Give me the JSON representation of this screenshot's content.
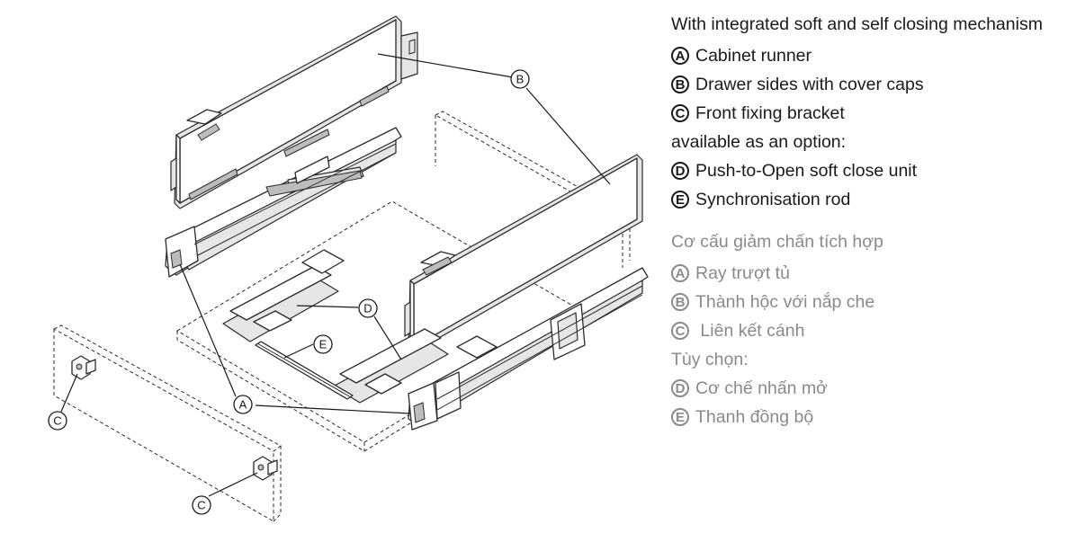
{
  "diagram": {
    "callouts": {
      "a": "A",
      "b": "B",
      "c": "C",
      "d": "D",
      "e": "E"
    }
  },
  "legend_en": {
    "title": "With integrated soft and self closing mechanism",
    "items": [
      {
        "letter": "A",
        "text": "Cabinet runner"
      },
      {
        "letter": "B",
        "text": "Drawer sides with cover caps"
      },
      {
        "letter": "C",
        "text": "Front fixing bracket"
      }
    ],
    "option_label": "available as an option:",
    "options": [
      {
        "letter": "D",
        "text": "Push-to-Open soft close unit"
      },
      {
        "letter": "E",
        "text": "Synchronisation rod"
      }
    ]
  },
  "legend_vi": {
    "title": "Cơ cấu giảm chấn tích hợp",
    "items": [
      {
        "letter": "A",
        "text": "Ray trượt tủ"
      },
      {
        "letter": "B",
        "text": "Thành hộc với nắp che"
      },
      {
        "letter": "C",
        "text": " Liên kết cánh"
      }
    ],
    "option_label": "Tùy chọn:",
    "options": [
      {
        "letter": "D",
        "text": "Cơ chế nhấn mở"
      },
      {
        "letter": "E",
        "text": "Thanh đồng bộ"
      }
    ]
  }
}
